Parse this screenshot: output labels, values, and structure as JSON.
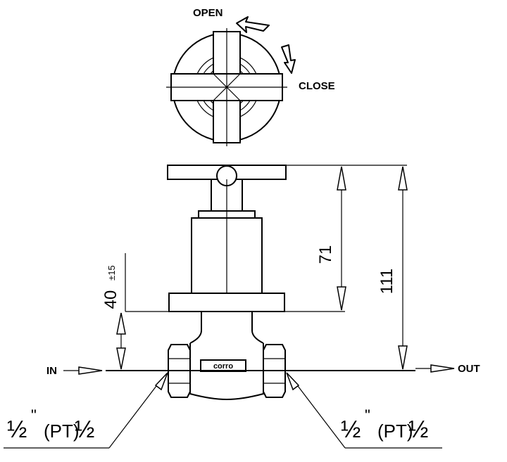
{
  "top_view": {
    "open_label": "OPEN",
    "close_label": "CLOSE"
  },
  "flow": {
    "in_label": "IN",
    "out_label": "OUT"
  },
  "dimensions": {
    "height_71": "71",
    "height_111": "111",
    "wall_offset": "40",
    "wall_tolerance": "±15"
  },
  "brand": "corro",
  "threads": {
    "left": {
      "size_fraction": "½",
      "inch_mark": "\"",
      "standard": "(PT)",
      "nominal": "½"
    },
    "right": {
      "size_fraction": "½",
      "inch_mark": "\"",
      "standard": "(PT)",
      "nominal": "½"
    }
  }
}
